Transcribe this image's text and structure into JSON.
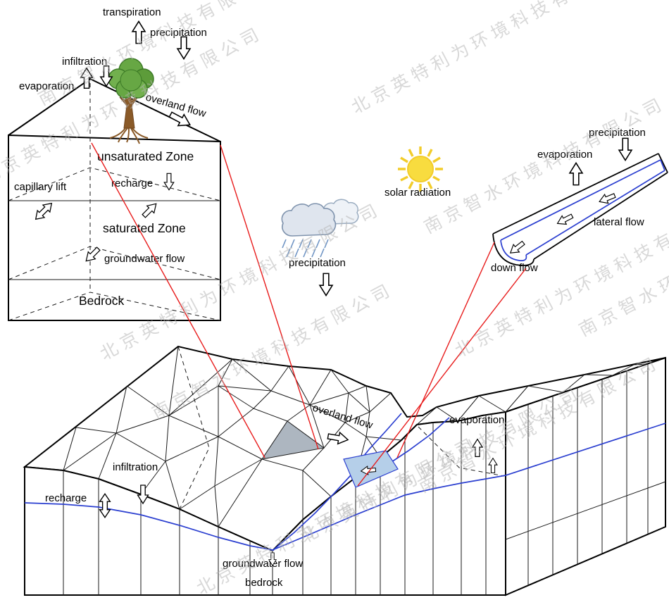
{
  "watermark": {
    "company1": "北京英特利为环境科技有限公司",
    "company2": "南京智水环境科技有限公司"
  },
  "soil_column": {
    "transpiration": "transpiration",
    "precipitation": "precipitation",
    "infiltration": "infiltration",
    "evaporation": "evaporation",
    "overland_flow": "overland flow",
    "unsaturated_zone": "unsaturated Zone",
    "recharge": "recharge",
    "capillary_lift": "capillary lift",
    "saturated_zone": "saturated Zone",
    "groundwater_flow": "groundwater flow",
    "bedrock": "Bedrock"
  },
  "atmosphere": {
    "precipitation": "precipitation",
    "solar_radiation": "solar radiation"
  },
  "channel": {
    "precipitation": "precipitation",
    "evaporation": "evaporation",
    "lateral_flow": "lateral flow",
    "down_flow": "down flow"
  },
  "terrain": {
    "overland_flow": "overland flow",
    "evaporation": "evaporation",
    "infiltration": "infiltration",
    "recharge": "recharge",
    "groundwater_flow": "groundwater flow",
    "bedrock": "bedrock"
  },
  "colors": {
    "connector_red": "#e81c1c",
    "water_blue": "#2b3fd0",
    "stream_highlight": "#b5cfe9",
    "mesh_cell_gray": "#adb6c0",
    "sun_yellow": "#f8dc3f",
    "foliage_green": "#67a744",
    "trunk_brown": "#8a5a28"
  }
}
